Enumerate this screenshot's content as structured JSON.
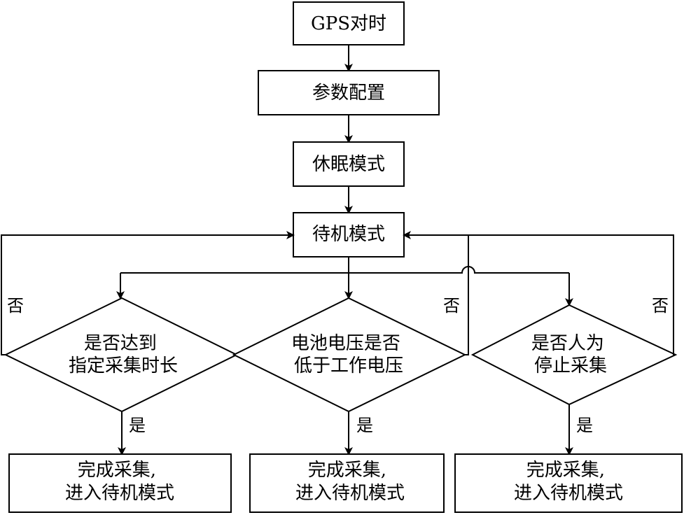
{
  "nodes": {
    "gps_sync": "GPS对时",
    "param_config": "参数配置",
    "sleep_mode": "休眠模式",
    "standby_mode": "待机模式",
    "decision_duration": [
      "是否达到",
      "指定采集时长"
    ],
    "decision_voltage": [
      "电池电压是否",
      "低于工作电压"
    ],
    "decision_manual": [
      "是否人为",
      "停止采集"
    ],
    "result_left": [
      "完成采集,",
      "进入待机模式"
    ],
    "result_middle": [
      "完成采集,",
      "进入待机模式"
    ],
    "result_right": [
      "完成采集,",
      "进入待机模式"
    ]
  },
  "edge_labels": {
    "yes": "是",
    "no": "否"
  },
  "colors": {
    "stroke": "#000000",
    "background": "#ffffff"
  }
}
